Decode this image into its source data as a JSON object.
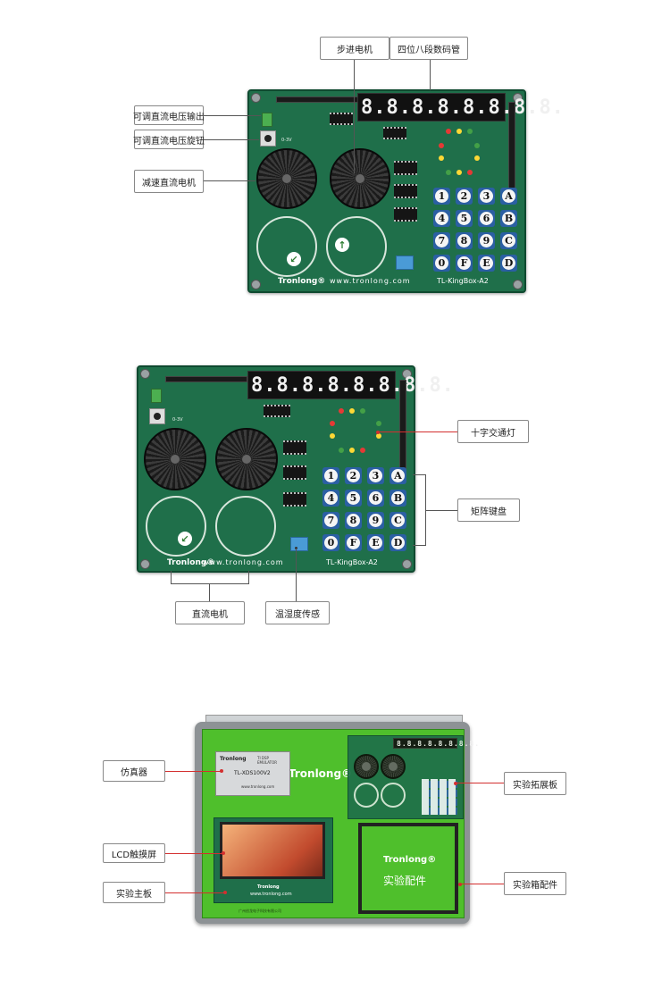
{
  "board": {
    "brand": "Tronlong®",
    "url": "www.tronlong.com",
    "model": "TL-KingBox-A2",
    "display_digits": [
      "8.8.8.8.",
      "8.8.8.8."
    ],
    "keys": [
      "1",
      "2",
      "3",
      "A",
      "4",
      "5",
      "6",
      "B",
      "7",
      "8",
      "9",
      "C",
      "0",
      "F",
      "E",
      "D"
    ]
  },
  "panel1": {
    "callouts": {
      "stepper_motor": "步进电机",
      "seven_segment": "四位八段数码管",
      "dc_voltage_out": "可调直流电压输出",
      "dc_voltage_knob": "可调直流电压旋钮",
      "geared_dc_motor": "减速直流电机"
    }
  },
  "panel2": {
    "callouts": {
      "traffic_light": "十字交通灯",
      "matrix_keypad": "矩阵键盘",
      "dc_motor": "直流电机",
      "temp_humidity": "温湿度传感"
    }
  },
  "panel3": {
    "case_brand": "Tronlong®",
    "accessories_label": "实验配件",
    "emulator_brand": "Tronlong",
    "emulator_model": "TL-XDS100V2",
    "emulator_sub": "TI DSP EMULATOR",
    "emulator_url": "www.tronlong.com",
    "mainboard_brand": "Tronlong",
    "mainboard_url": "www.tronlong.com",
    "case_footer": "广州创龙电子科技有限公司",
    "callouts": {
      "emulator": "仿真器",
      "lcd": "LCD触摸屏",
      "mainboard": "实验主板",
      "expansion_board": "实验拓展板",
      "accessories": "实验箱配件"
    }
  }
}
